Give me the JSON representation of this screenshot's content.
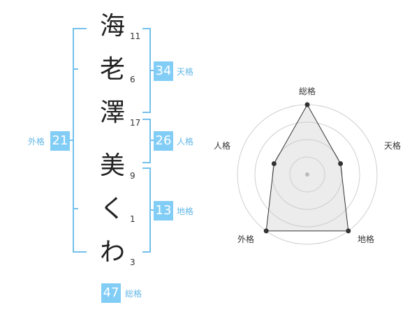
{
  "name": {
    "characters": [
      {
        "char": "海",
        "strokes": "11"
      },
      {
        "char": "老",
        "strokes": "6"
      },
      {
        "char": "澤",
        "strokes": "17"
      },
      {
        "char": "美",
        "strokes": "9"
      },
      {
        "char": "く",
        "strokes": "1"
      },
      {
        "char": "わ",
        "strokes": "3"
      }
    ]
  },
  "fortune": {
    "tenkaku": {
      "value": "34",
      "label": "天格"
    },
    "jinkaku": {
      "value": "26",
      "label": "人格"
    },
    "chikaku": {
      "value": "13",
      "label": "地格"
    },
    "gaikaku": {
      "value": "21",
      "label": "外格"
    },
    "soukaku": {
      "value": "47",
      "label": "総格"
    }
  },
  "chart_data": {
    "type": "radar",
    "axes": [
      "総格",
      "天格",
      "地格",
      "外格",
      "人格"
    ],
    "values": [
      4,
      2,
      4,
      4,
      2
    ],
    "max": 4,
    "rings": 4
  },
  "colors": {
    "accent": "#82cdf6",
    "bracket": "#73c0ec",
    "label": "#63b8e6"
  }
}
